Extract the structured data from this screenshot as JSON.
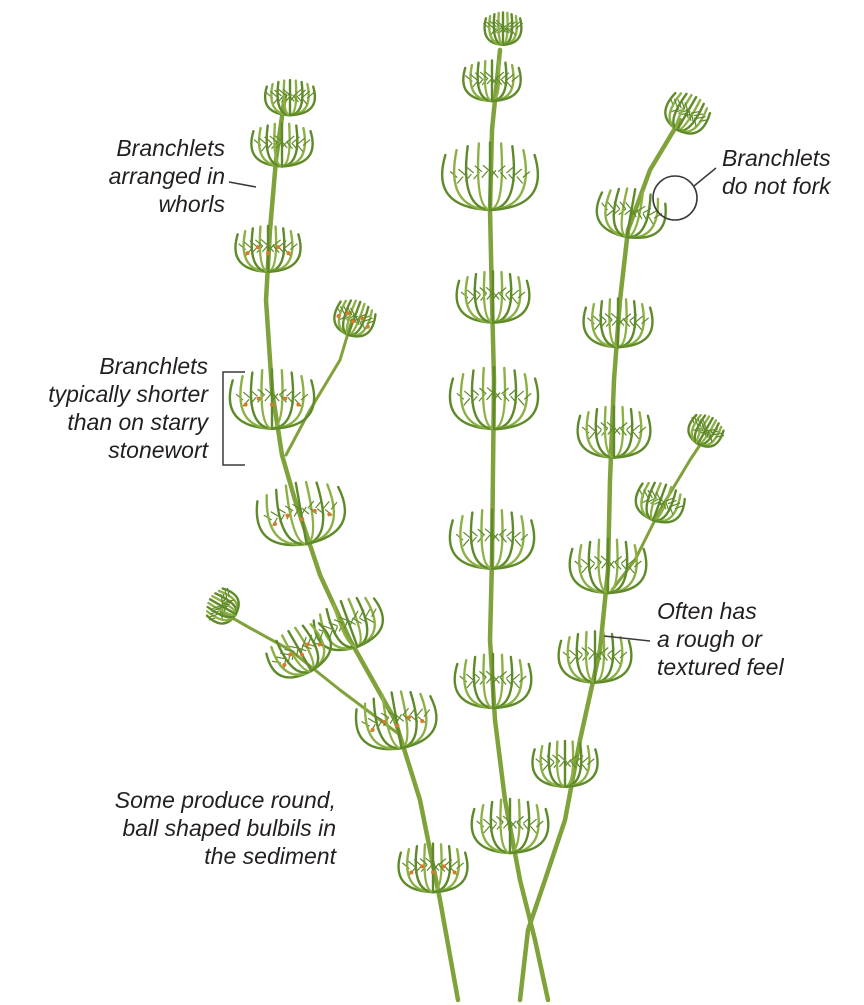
{
  "annotations": {
    "whorls": {
      "lines": [
        "Branchlets",
        "arranged in",
        "whorls"
      ]
    },
    "shorter": {
      "lines": [
        "Branchlets",
        "typically shorter",
        "than on starry",
        "stonewort"
      ]
    },
    "no_fork": {
      "lines": [
        "Branchlets",
        "do not fork"
      ]
    },
    "rough": {
      "lines": [
        "Often has",
        "a rough or",
        "textured feel"
      ]
    },
    "bulbils": {
      "lines": [
        "Some produce round,",
        "ball shaped bulbils in",
        "the sediment"
      ]
    }
  },
  "colors": {
    "stem": "#7fa23a",
    "branchlet": "#8cb043",
    "branchlet_dark": "#5f8a2a",
    "text": "#231f20",
    "leader": "#3a3a3a",
    "orange_dot": "#d9792b"
  }
}
